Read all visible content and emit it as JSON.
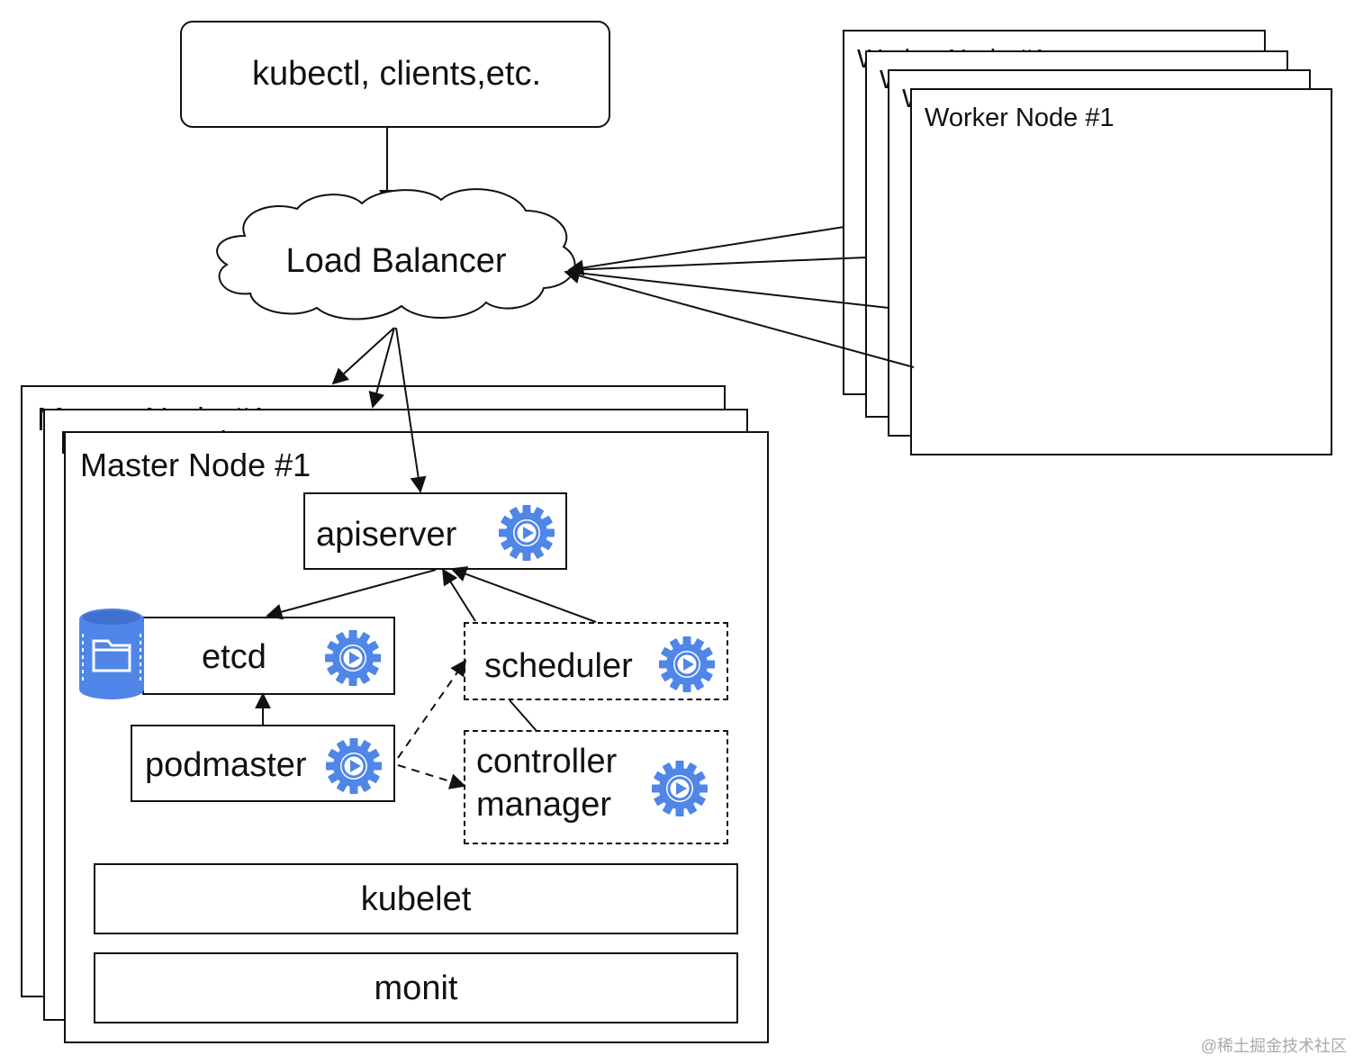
{
  "clients": {
    "label": "kubectl, clients,etc."
  },
  "load_balancer": {
    "label": "Load Balancer"
  },
  "worker_nodes": {
    "title": "Worker Node #1"
  },
  "master_nodes": {
    "title": "Master Node #1"
  },
  "components": {
    "apiserver": "apiserver",
    "etcd": "etcd",
    "scheduler": "scheduler",
    "podmaster": "podmaster",
    "controller_manager_line1": "controller",
    "controller_manager_line2": "manager",
    "kubelet": "kubelet",
    "monit": "monit"
  },
  "icons": {
    "service": "gear-play-icon",
    "storage": "database-folder-icon",
    "color": "#4f86e8"
  },
  "watermark": "@稀土掘金技术社区"
}
